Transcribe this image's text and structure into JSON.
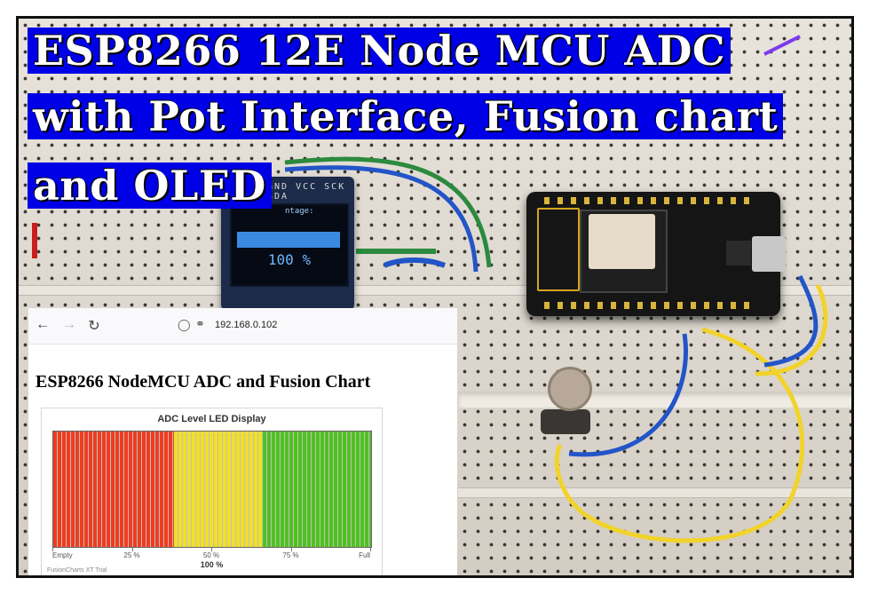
{
  "title": {
    "line1": "ESP8266 12E Node MCU ADC",
    "line2": "with Pot Interface, Fusion chart",
    "line3": "and OLED"
  },
  "oled": {
    "pins": "GND VCC SCK SDA",
    "top_text": "ntage:",
    "value_text": "100 %"
  },
  "browser": {
    "back_icon": "arrow-left-icon",
    "forward_icon": "arrow-right-icon",
    "reload_icon": "reload-icon",
    "url": "192.168.0.102",
    "page_heading": "ESP8266 NodeMCU ADC and Fusion Chart"
  },
  "chart_data": {
    "type": "led-gauge",
    "title": "ADC Level LED Display",
    "value": 100,
    "value_label": "100 %",
    "scale": {
      "min": 0,
      "max": 100
    },
    "tick_labels": [
      "Empty",
      "25 %",
      "50 %",
      "75 %",
      "Full"
    ],
    "ranges": [
      {
        "from": 0,
        "to": 38,
        "color": "#f03c1f"
      },
      {
        "from": 38,
        "to": 66,
        "color": "#f2df28"
      },
      {
        "from": 66,
        "to": 100,
        "color": "#4fc21f"
      }
    ],
    "watermark": "FusionCharts XT Trial"
  }
}
